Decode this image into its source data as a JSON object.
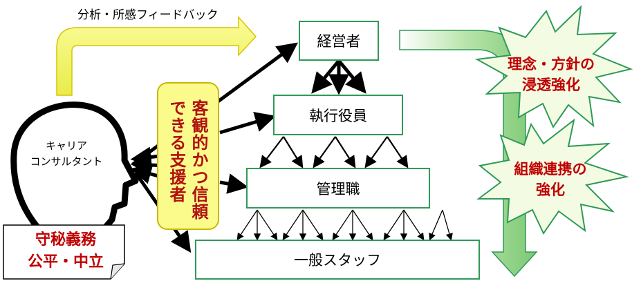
{
  "feedback_label": "分析・所感フィードバック",
  "boxes": {
    "executive": "経営者",
    "officers": "執行役員",
    "managers": "管理職",
    "staff": "一般スタッフ"
  },
  "consultant": {
    "line1": "キャリア",
    "line2": "コンサルタント"
  },
  "support": {
    "col1": "客観的かつ信頼",
    "col2": "できる支援者"
  },
  "note": {
    "line1": "守秘義務",
    "line2": "公平・中立"
  },
  "bursts": {
    "top_line1": "理念・方針の",
    "top_line2": "浸透強化",
    "bottom_line1": "組織連携の",
    "bottom_line2": "強化"
  },
  "colors": {
    "box_border": "#2e9a57",
    "accent_red": "#c00000",
    "feedback_arrow": "#f3f56a",
    "green_arrow": "#8ed08a",
    "burst_fill": "#f4fbe3"
  }
}
